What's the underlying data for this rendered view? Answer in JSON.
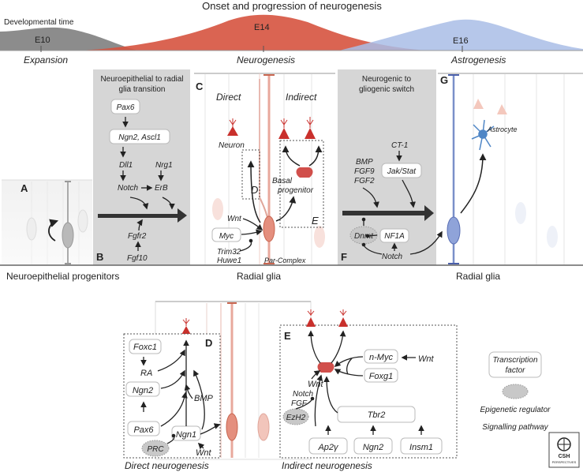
{
  "title": "Onset and progression of neurogenesis",
  "timeline": {
    "label": "Developmental time",
    "stages": [
      {
        "age": "E10",
        "name": "Expansion",
        "color": "#8c8c8c"
      },
      {
        "age": "E14",
        "name": "Neurogenesis",
        "color": "#d9533f"
      },
      {
        "age": "E16",
        "name": "Astrogenesis",
        "color": "#a9bde6"
      }
    ]
  },
  "panels": {
    "A": {
      "letter": "A",
      "caption": "Neuroepithelial progenitors"
    },
    "B": {
      "letter": "B",
      "header": [
        "Neuroepithelial to radial",
        "glia transition"
      ],
      "nodes": {
        "pax6": "Pax6",
        "ngn2ascl1": "Ngn2, Ascl1",
        "dll1": "Dll1",
        "notch": "Notch",
        "nrg1": "Nrg1",
        "erb": "ErB",
        "fgfr2": "Fgfr2",
        "fgf10": "Fgf10"
      }
    },
    "C": {
      "letter": "C",
      "direct": "Direct",
      "indirect": "Indirect",
      "neuron": "Neuron",
      "basal": [
        "Basal",
        "progenitor"
      ],
      "wnt": "Wnt",
      "myc": "Myc",
      "trim32": "Trim32",
      "huwe1": "Huwe1",
      "parcomplex": "Par-Complex",
      "d": "D",
      "e": "E",
      "caption": "Radial glia"
    },
    "F": {
      "letter": "F",
      "header": [
        "Neurogenic to",
        "gliogenic switch"
      ],
      "ct1": "CT-1",
      "bmp": "BMP",
      "fgf9": "FGF9",
      "fgf2": "FGF2",
      "jakstat": "Jak/Stat",
      "dnmt": "Dnmt",
      "nf1a": "NF1A",
      "notch": "Notch"
    },
    "G": {
      "letter": "G",
      "astrocyte": "Astrocyte",
      "caption": "Radial glia"
    },
    "D": {
      "letter": "D",
      "foxc1": "Foxc1",
      "ra": "RA",
      "ngn2": "Ngn2",
      "pax6": "Pax6",
      "bmp": "BMP",
      "ngn1": "Ngn1",
      "prc": "PRC",
      "wnt": "Wnt",
      "caption": "Direct neurogenesis"
    },
    "E": {
      "letter": "E",
      "nmyc": "n-Myc",
      "wnt1": "Wnt",
      "foxg1": "Foxg1",
      "wnt2": "Wnt",
      "notch": "Notch",
      "fgf": "FGF",
      "ezh2": "EzH2",
      "tbr2": "Tbr2",
      "ap2": "Ap2γ",
      "ngn2": "Ngn2",
      "insm1": "Insm1",
      "caption": "Indirect neurogenesis"
    }
  },
  "legend": {
    "tf": [
      "Transcription",
      "factor"
    ],
    "epi": "Epigenetic regulator",
    "sig": "Signalling pathway"
  },
  "logo": [
    "CSH",
    "PERSPECTIVES"
  ]
}
